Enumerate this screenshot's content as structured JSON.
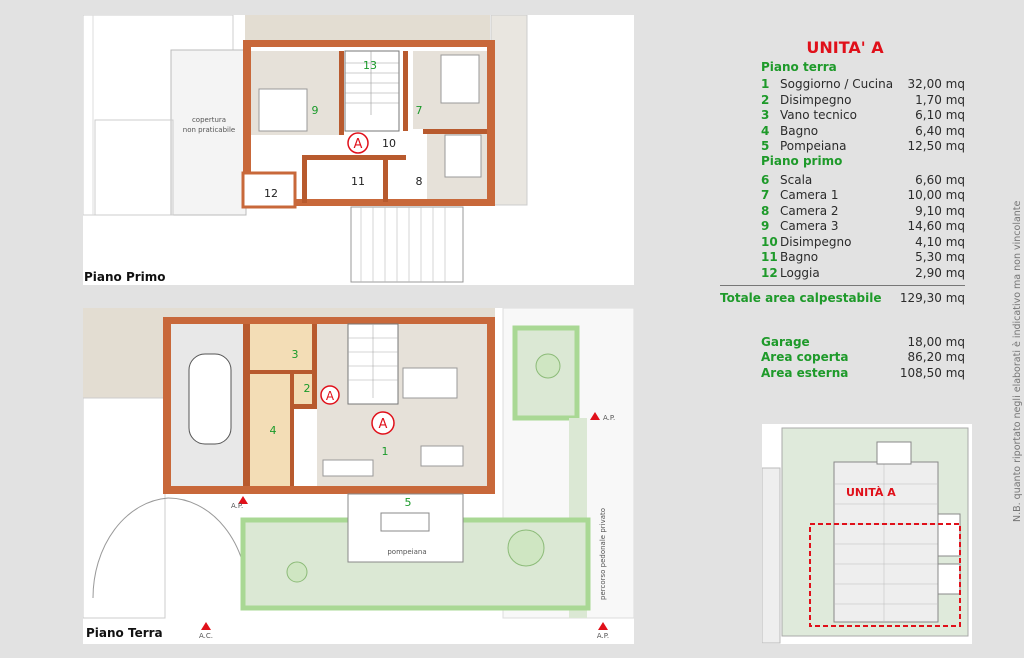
{
  "unit_title": "UNITA' A",
  "floors": {
    "ground_section": "Piano terra",
    "first_section": "Piano primo"
  },
  "rooms_ground": [
    {
      "n": "1",
      "name": "Soggiorno / Cucina",
      "area": "32,00 mq"
    },
    {
      "n": "2",
      "name": "Disimpegno",
      "area": "1,70 mq"
    },
    {
      "n": "3",
      "name": "Vano tecnico",
      "area": "6,10 mq"
    },
    {
      "n": "4",
      "name": "Bagno",
      "area": "6,40 mq"
    },
    {
      "n": "5",
      "name": "Pompeiana",
      "area": "12,50 mq"
    }
  ],
  "rooms_first": [
    {
      "n": "6",
      "name": "Scala",
      "area": "6,60 mq"
    },
    {
      "n": "7",
      "name": "Camera 1",
      "area": "10,00 mq"
    },
    {
      "n": "8",
      "name": "Camera 2",
      "area": "9,10 mq"
    },
    {
      "n": "9",
      "name": "Camera 3",
      "area": "14,60 mq"
    },
    {
      "n": "10",
      "name": "Disimpegno",
      "area": "4,10 mq"
    },
    {
      "n": "11",
      "name": "Bagno",
      "area": "5,30 mq"
    },
    {
      "n": "12",
      "name": "Loggia",
      "area": "2,90 mq"
    }
  ],
  "total": {
    "label": "Totale area calpestabile",
    "value": "129,30 mq"
  },
  "extras": [
    {
      "label": "Garage",
      "value": "18,00 mq"
    },
    {
      "label": "Area coperta",
      "value": "86,20 mq"
    },
    {
      "label": "Area esterna",
      "value": "108,50 mq"
    }
  ],
  "note": "N.B. quanto riportato negli elaborati è indicativo ma non vincolante",
  "plans": {
    "first_label": "Piano Primo",
    "ground_label": "Piano Terra",
    "unit_marker": "A",
    "roof_note_1": "copertura",
    "roof_note_2": "non praticabile",
    "pergola_label": "pompeiana",
    "path_label": "percorso pedonale privato",
    "ap": "A.P.",
    "ac": "A.C.",
    "room_numbers_first": [
      "13",
      "9",
      "7",
      "10",
      "11",
      "8",
      "12"
    ],
    "room_numbers_ground": [
      "3",
      "2",
      "4",
      "1",
      "5"
    ]
  },
  "keyplan": {
    "label": "UNITÀ A"
  },
  "colors": {
    "accent_red": "#e0101a",
    "green": "#1e9a2a",
    "wall": "#c8683a"
  }
}
